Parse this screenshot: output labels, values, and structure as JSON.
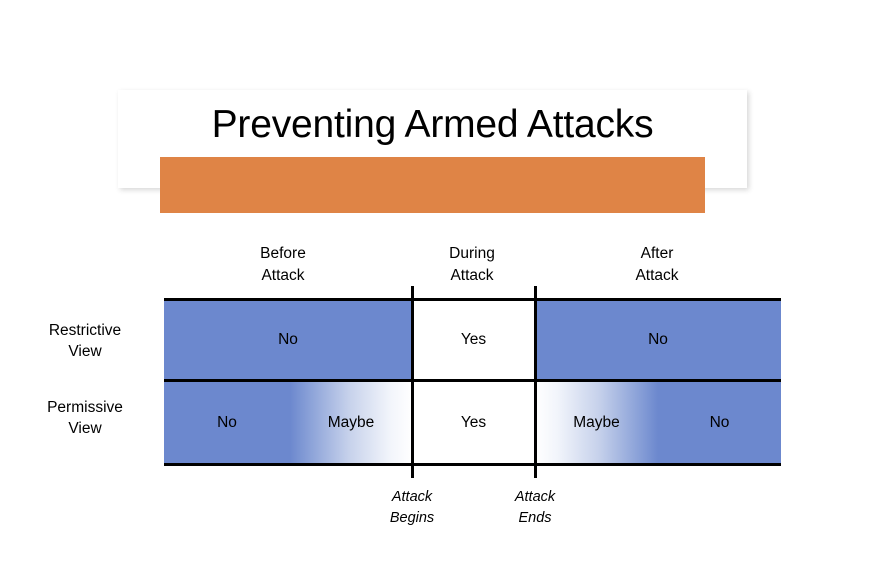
{
  "slide": {
    "title": "Preventing Armed Attacks",
    "accent_color": "#DF8446",
    "background_color": "#FFFFFF"
  },
  "diagram": {
    "cell_blue": "#6C88CE",
    "cell_white": "#FFFFFF",
    "border_color": "#000000",
    "column_headers": [
      {
        "line1": "Before",
        "line2": "Attack"
      },
      {
        "line1": "During",
        "line2": "Attack"
      },
      {
        "line1": "After",
        "line2": "Attack"
      }
    ],
    "row_labels": [
      {
        "line1": "Restrictive",
        "line2": "View"
      },
      {
        "line1": "Permissive",
        "line2": "View"
      }
    ],
    "rows": [
      {
        "label": "Restrictive View",
        "cells": [
          {
            "text": "No",
            "fill": "solid-blue",
            "column": "Before Attack"
          },
          {
            "text": "Yes",
            "fill": "white",
            "column": "During Attack"
          },
          {
            "text": "No",
            "fill": "solid-blue",
            "column": "After Attack"
          }
        ]
      },
      {
        "label": "Permissive View",
        "cells": [
          {
            "text": "No",
            "fill": "solid-blue",
            "column": "Before Attack"
          },
          {
            "text": "Maybe",
            "fill": "gradient-blue-to-white",
            "column": "Before Attack"
          },
          {
            "text": "Yes",
            "fill": "white",
            "column": "During Attack"
          },
          {
            "text": "Maybe",
            "fill": "gradient-white-to-blue",
            "column": "After Attack"
          },
          {
            "text": "No",
            "fill": "solid-blue",
            "column": "After Attack"
          }
        ]
      }
    ],
    "axis_notes": [
      {
        "line1": "Attack",
        "line2": "Begins"
      },
      {
        "line1": "Attack",
        "line2": "Ends"
      }
    ]
  }
}
